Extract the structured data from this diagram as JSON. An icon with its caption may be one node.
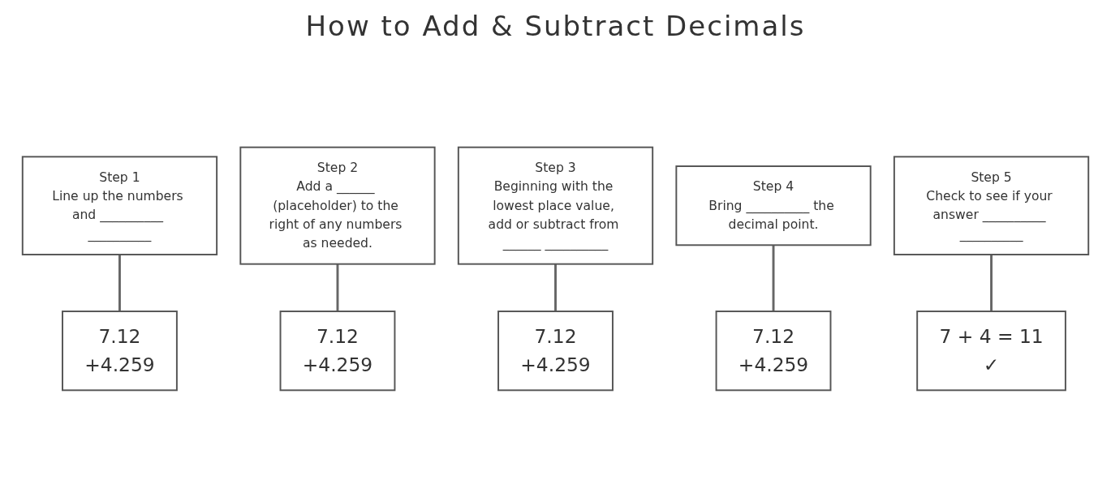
{
  "diagram": {
    "title": "How to Add & Subtract Decimals",
    "nodes": [
      {
        "text": [
          "Step 1",
          "Line up the numbers and __________ __________"
        ]
      },
      {
        "text": [
          "Step 2",
          "Add a ______ (placeholder) to the right of any numbers as needed."
        ]
      },
      {
        "text": [
          "Step 3",
          "Beginning with the lowest place value, add or subtract from ______ __________"
        ]
      },
      {
        "text": [
          "Step 4",
          "Bring __________ the decimal point."
        ]
      },
      {
        "text": [
          "Step 5",
          "Check to see if your answer __________ __________"
        ]
      },
      {
        "text": [
          "7.12",
          "+4.259"
        ]
      },
      {
        "text": [
          "7.12",
          "+4.259"
        ]
      },
      {
        "text": [
          "7.12",
          "+4.259"
        ]
      },
      {
        "text": [
          "7.12",
          "+4.259"
        ]
      },
      {
        "text": [
          "7 + 4 = 11",
          "✓"
        ]
      }
    ],
    "edges": [
      {
        "from": 0,
        "to": 5,
        "arrow": "none"
      },
      {
        "from": 1,
        "to": 6,
        "arrow": "none"
      },
      {
        "from": 2,
        "to": 7,
        "arrow": "none"
      },
      {
        "from": 3,
        "to": 8,
        "arrow": "none"
      },
      {
        "from": 4,
        "to": 9,
        "arrow": "none"
      }
    ]
  }
}
